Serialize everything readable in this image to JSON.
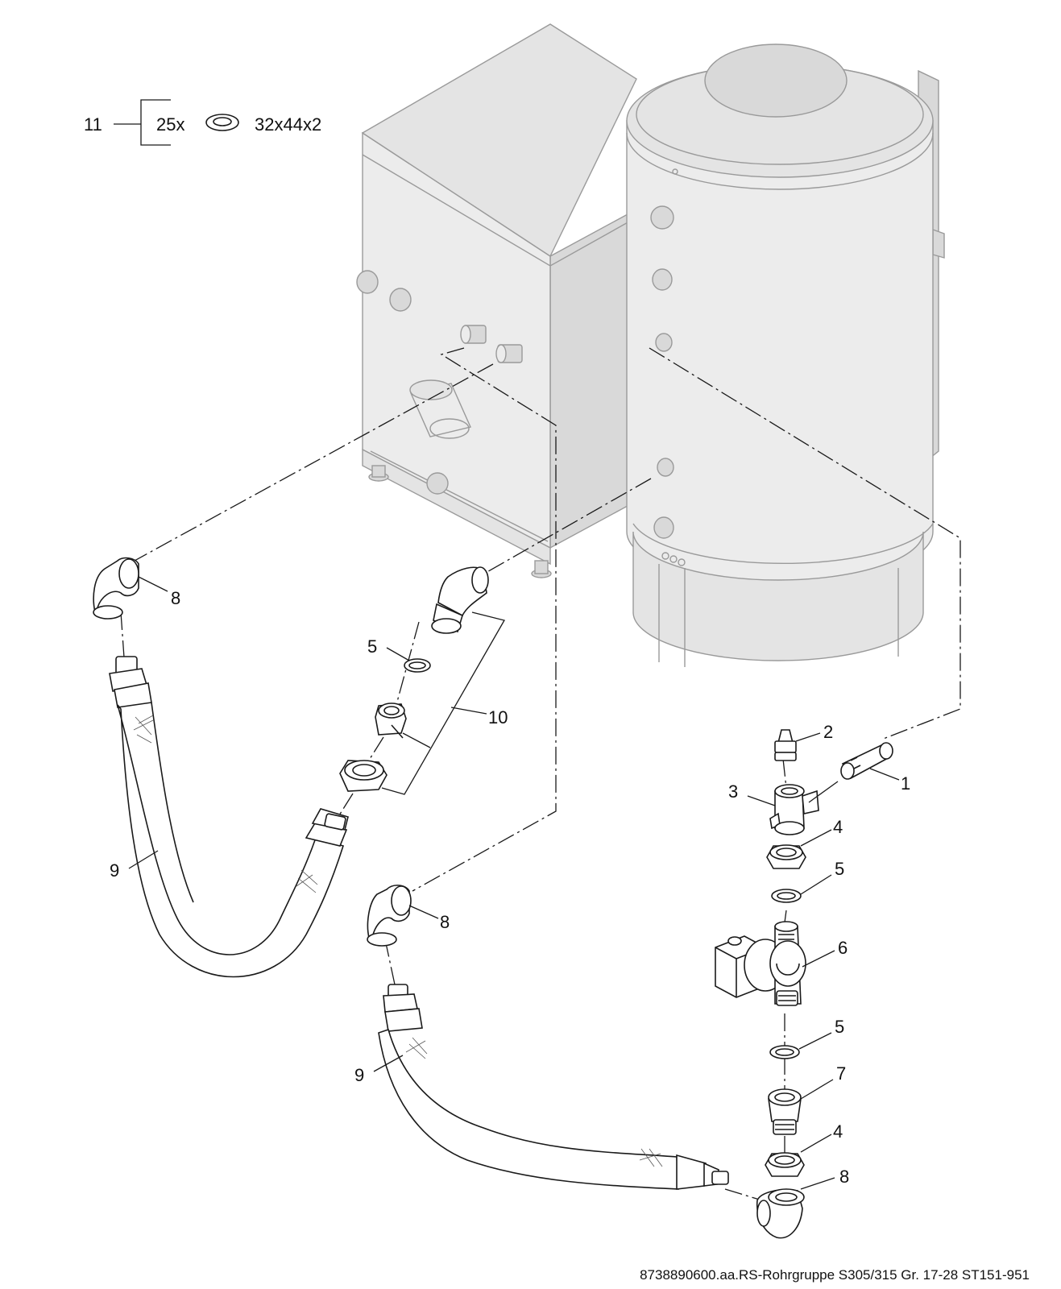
{
  "kit": {
    "item_no": "11",
    "quantity": "25x",
    "size": "32x44x2"
  },
  "labels": {
    "l1": "1",
    "l2": "2",
    "l3": "3",
    "l4a": "4",
    "l4b": "4",
    "l5a": "5",
    "l5b": "5",
    "l5c": "5",
    "l6": "6",
    "l7": "7",
    "l8a": "8",
    "l8b": "8",
    "l8c": "8",
    "l9a": "9",
    "l9b": "9",
    "l10": "10"
  },
  "footer": {
    "doc_ref": "8738890600.aa.RS-Rohrgruppe S305/315 Gr. 17-28 ST151-951"
  }
}
